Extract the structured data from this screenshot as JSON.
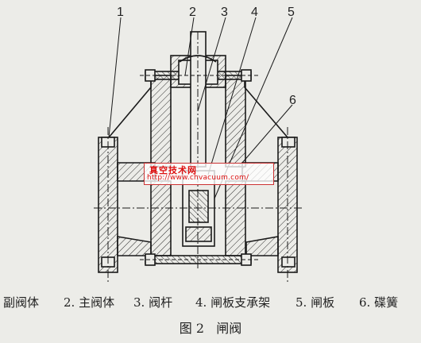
{
  "figure": {
    "callouts": [
      "1",
      "2",
      "3",
      "4",
      "5",
      "6"
    ],
    "watermark": {
      "title": "真空技术网",
      "url": "http://www.chvacuum.com/"
    },
    "legend": [
      "副阀体",
      "2. 主阀体",
      "3. 阀杆",
      "4. 闸板支承架",
      "5. 闸板",
      "6. 碟簧"
    ],
    "caption": "图 2   闸阀"
  },
  "colors": {
    "line": "#1a1a1a",
    "hatch": "#2a2a2a",
    "background": "#ecece8",
    "watermark": "#dd1111"
  }
}
